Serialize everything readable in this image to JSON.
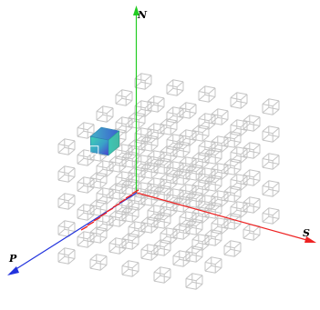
{
  "axes": {
    "n": {
      "label": "N",
      "color": "#22cc22"
    },
    "s": {
      "label": "S",
      "color": "#ee2222"
    },
    "p": {
      "label": "P",
      "color": "#2233dd"
    }
  },
  "lattice": {
    "size": 5,
    "cell_color": "#c4c4c4"
  },
  "highlight": {
    "cell": [
      0,
      2,
      3
    ],
    "colors": [
      "#3fd3b3",
      "#3a8fd0",
      "#4a3fd0"
    ]
  }
}
